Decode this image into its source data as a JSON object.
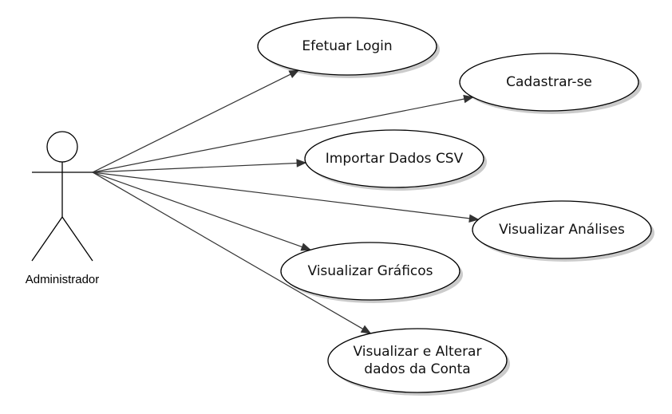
{
  "actor": {
    "name": "Administrador"
  },
  "use_cases": [
    {
      "id": "efetuar-login",
      "lines": [
        "Efetuar Login"
      ]
    },
    {
      "id": "cadastrar-se",
      "lines": [
        "Cadastrar-se"
      ]
    },
    {
      "id": "importar-dados-csv",
      "lines": [
        "Importar Dados CSV"
      ]
    },
    {
      "id": "visualizar-analises",
      "lines": [
        "Visualizar Análises"
      ]
    },
    {
      "id": "visualizar-graficos",
      "lines": [
        "Visualizar Gráficos"
      ]
    },
    {
      "id": "visualizar-alterar-conta",
      "lines": [
        "Visualizar e Alterar",
        "dados da Conta"
      ]
    }
  ],
  "colors": {
    "stroke": "#000000",
    "line": "#333333",
    "shadow": "#8c8c8c",
    "fill": "#ffffff"
  }
}
